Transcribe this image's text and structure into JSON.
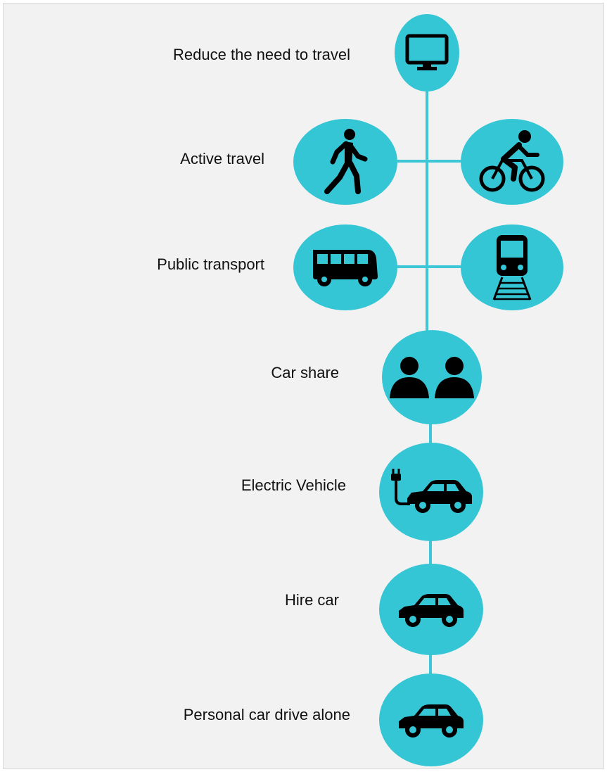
{
  "diagram": {
    "accent_color": "#35c6d5",
    "background_color": "#f2f2f2",
    "levels": [
      {
        "label": "Reduce the need to travel",
        "icons": [
          "monitor-icon"
        ]
      },
      {
        "label": "Active travel",
        "icons": [
          "walking-person-icon",
          "cyclist-icon"
        ]
      },
      {
        "label": "Public transport",
        "icons": [
          "bus-icon",
          "train-icon"
        ]
      },
      {
        "label": "Car share",
        "icons": [
          "two-people-icon"
        ]
      },
      {
        "label": "Electric Vehicle",
        "icons": [
          "electric-car-icon"
        ]
      },
      {
        "label": "Hire car",
        "icons": [
          "car-icon"
        ]
      },
      {
        "label": "Personal car drive alone",
        "icons": [
          "car-icon"
        ]
      }
    ]
  }
}
